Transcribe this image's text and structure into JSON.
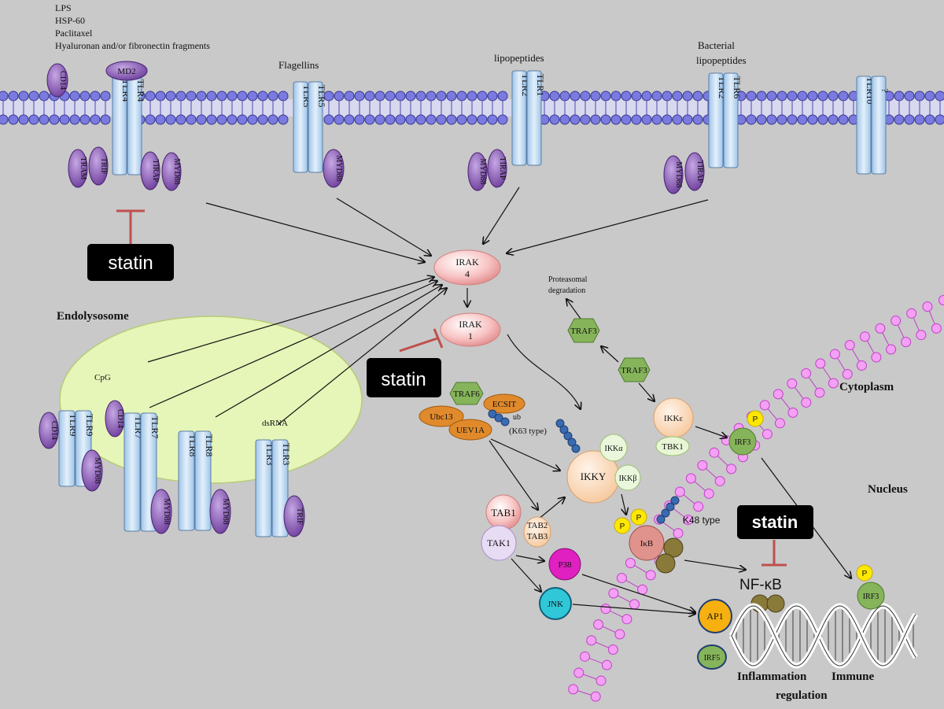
{
  "colors": {
    "background": "#c9c9c9",
    "membrane": "#7a7ae0",
    "nuclear_membrane": "#e080e8",
    "receptor_fill": "#b8d4ee",
    "adaptor_fill": "#9a6ac8",
    "irak_fill": "#f8c4c4",
    "traf_fill": "#86b45a",
    "endolysosome_fill": "#e6f5b8",
    "ikk_fill": "#ffd8b8",
    "statin_box": "#000000",
    "inhibit_line": "#c0504d"
  },
  "ligands": {
    "tlr4_list": [
      "LPS",
      "HSP-60",
      "Paclitaxel",
      "Hyaluronan and/or fibronectin fragments"
    ],
    "tlr5": "Flagellins",
    "tlr2_1": "lipopeptides",
    "tlr2_6_line1": "Bacterial",
    "tlr2_6_line2": "lipopeptides"
  },
  "surface": {
    "cd14": "CD14",
    "md2": "MD2",
    "tlr4": "TLR4",
    "tlr5": "TLR5",
    "tlr2": "TLR2",
    "tlr1": "TLR1",
    "tlr6": "TLR6",
    "tlr10": "TLR10",
    "unknown": "?",
    "tram": "TRAM",
    "trif": "TRIF",
    "tirap": "TIRAP",
    "myd88": "MYD88"
  },
  "endo": {
    "title": "Endolysosome",
    "cpg": "CpG",
    "dsrna": "dsRNA",
    "cd14": "CD14",
    "tlr9": "TLR9",
    "tlr7": "TLR7",
    "tlr8": "TLR8",
    "tlr3": "TLR3",
    "myd88": "MYD88",
    "trif": "TRIF"
  },
  "statin": {
    "label": "statin"
  },
  "signaling": {
    "irak4_l1": "IRAK",
    "irak4_l2": "4",
    "irak1_l1": "IRAK",
    "irak1_l2": "1",
    "proteasomal_l1": "Proteasomal",
    "proteasomal_l2": "degradation",
    "traf3": "TRAF3",
    "traf6": "TRAF6",
    "ecsit": "ECSIT",
    "ubc13": "Ubc13",
    "uev1a": "UEV1A",
    "ub": "ub",
    "k63": "(K63 type)",
    "ikka": "IKKα",
    "ikkb": "IKKβ",
    "ikky": "IKKY",
    "ikke": "IKKε",
    "tbk1": "TBK1",
    "irf3": "IRF3",
    "p": "P",
    "tab1": "TAB1",
    "tab2": "TAB2",
    "tab3": "TAB3",
    "tak1": "TAK1",
    "p38": "P38",
    "jnk": "JNK",
    "ikb": "IκB",
    "k48": "K48 type",
    "nfkb": "NF-κB",
    "ap1": "AP1",
    "irf5": "IRF5"
  },
  "compartments": {
    "cytoplasm": "Cytoplasm",
    "nucleus": "Nucleus"
  },
  "outcomes": {
    "inflammation": "Inflammation",
    "immune": "Immune",
    "regulation": "regulation"
  }
}
